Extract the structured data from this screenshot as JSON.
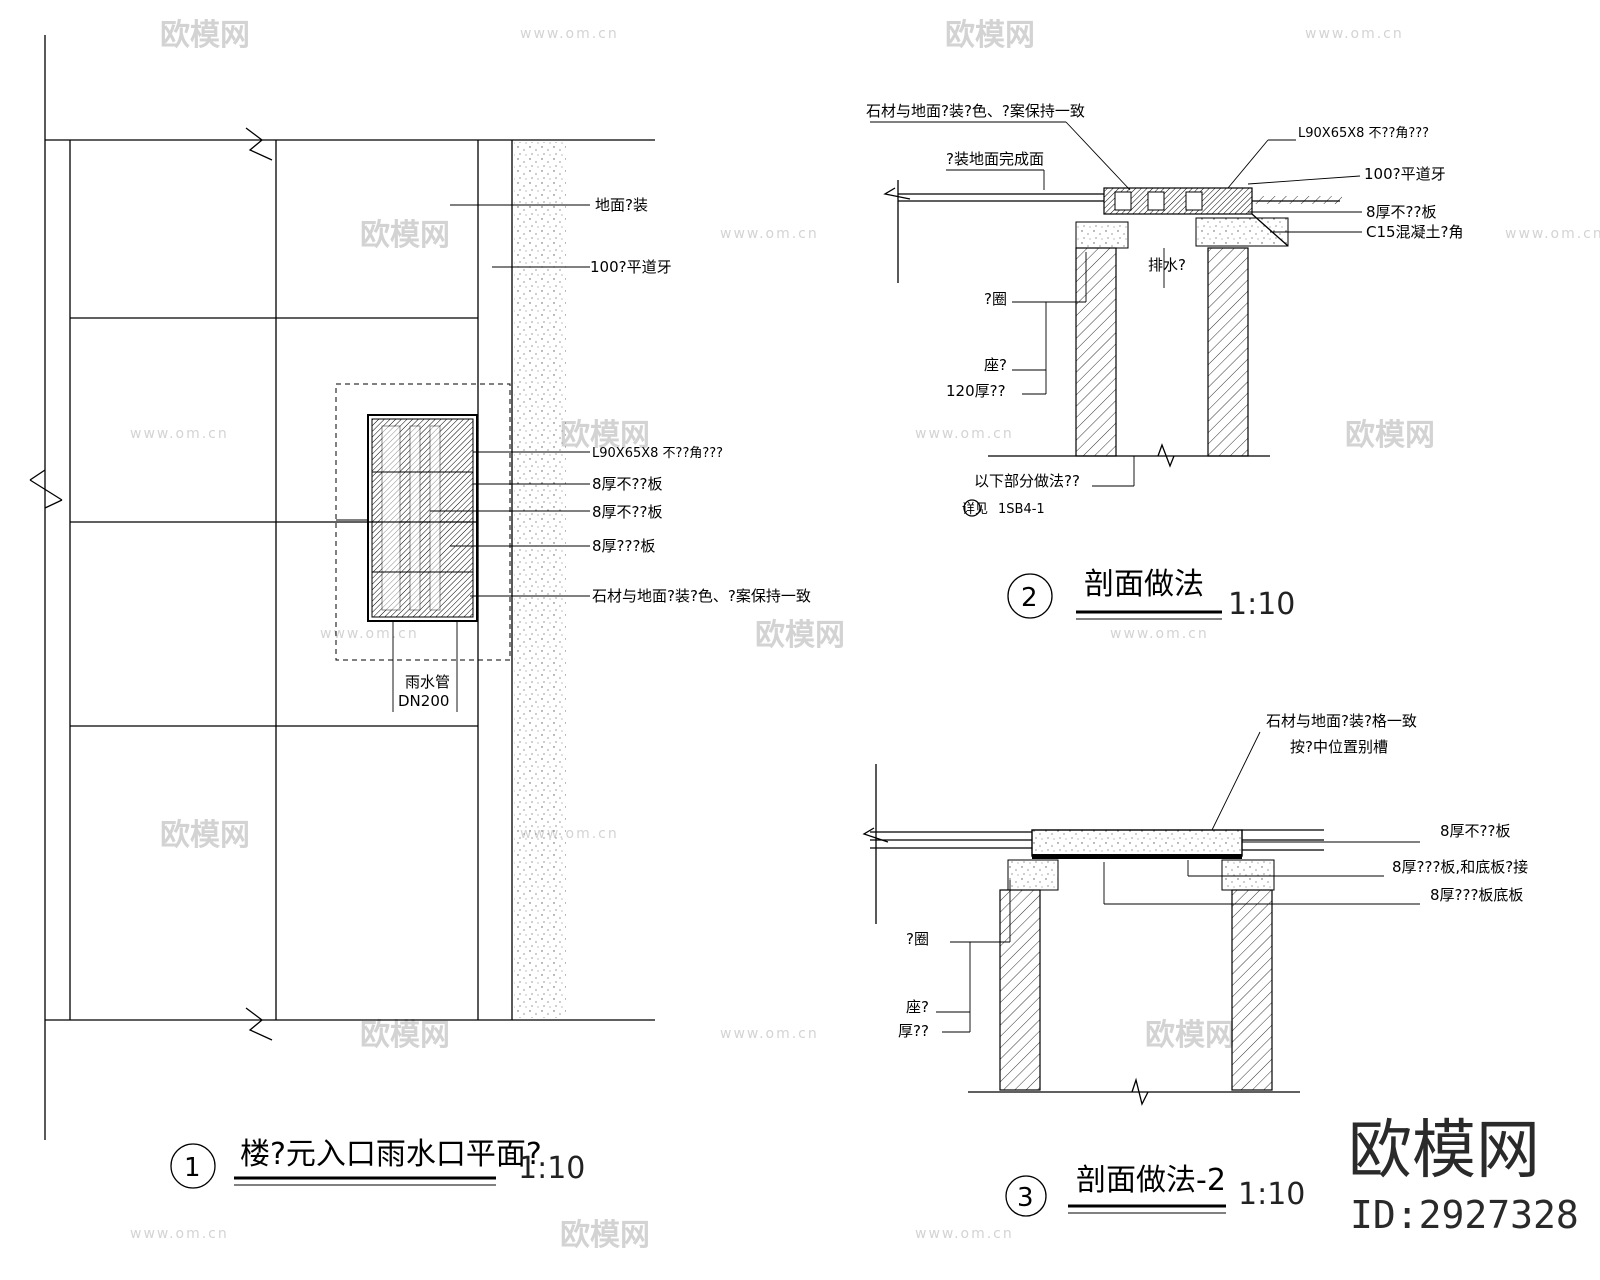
{
  "watermark": {
    "brand": "欧模网",
    "url": "www.om.cn",
    "id": "ID:2927328"
  },
  "plan": {
    "number": "1",
    "title": "楼?元入口雨水口平面?",
    "scale": "1:10",
    "labels": {
      "ground": "地面?装",
      "curb": "100?平道牙",
      "angle": "L90X65X8 不??角???",
      "plate1": "8厚不??板",
      "plate2": "8厚不??板",
      "plate3": "8厚???板",
      "stone": "石材与地面?装?色、?案保持一致",
      "pipe": "雨水管",
      "pipe_size": "DN200"
    }
  },
  "section1": {
    "number": "2",
    "title": "剖面做法",
    "scale": "1:10",
    "labels": {
      "stone": "石材与地面?装?色、?案保持一致",
      "finish": "?装地面完成面",
      "angle": "L90X65X8 不??角???",
      "curb": "100?平道牙",
      "plate": "8厚不??板",
      "concrete": "C15混凝土?角",
      "drain": "排水?",
      "ring": "?圈",
      "seat": "座?",
      "thick": "120厚??",
      "below": "以下部分做法??",
      "ref": "详见",
      "ref_code": "1SB4-1"
    }
  },
  "section2": {
    "number": "3",
    "title": "剖面做法-2",
    "scale": "1:10",
    "labels": {
      "stone": "石材与地面?装?格一致",
      "groove": "按?中位置别槽",
      "plate": "8厚不??板",
      "plate_join": "8厚???板,和底板?接",
      "plate_base": "8厚???板底板",
      "ring": "?圈",
      "seat": "座?",
      "thick": "厚??"
    }
  }
}
